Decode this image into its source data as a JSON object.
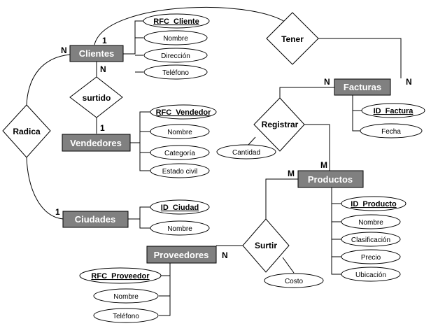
{
  "diagram": {
    "entities": {
      "clientes": "Clientes",
      "vendedores": "Vendedores",
      "ciudades": "Ciudades",
      "facturas": "Facturas",
      "productos": "Productos",
      "proveedores": "Proveedores"
    },
    "relationships": {
      "tener": "Tener",
      "surtido": "surtido",
      "radica": "Radica",
      "registrar": "Registrar",
      "surtir": "Surtir"
    },
    "attributes": {
      "rfc_cliente": "RFC_Cliente",
      "cli_nombre": "Nombre",
      "cli_direccion": "Dirección",
      "cli_telefono": "Teléfono",
      "rfc_vendedor": "RFC_Vendedor",
      "ven_nombre": "Nombre",
      "ven_categoria": "Categoría",
      "ven_estado_civil": "Estado civil",
      "id_ciudad": "ID_Ciudad",
      "ciu_nombre": "Nombre",
      "id_factura": "ID_Factura",
      "fac_fecha": "Fecha",
      "cantidad": "Cantidad",
      "id_producto": "ID_Producto",
      "pro_nombre": "Nombre",
      "pro_clasificacion": "Clasificación",
      "pro_precio": "Precio",
      "pro_ubicacion": "Ubicación",
      "rfc_proveedor": "RFC_Proveedor",
      "prv_nombre": "Nombre",
      "prv_telefono": "Teléfono",
      "costo": "Costo"
    },
    "cardinalities": {
      "clientes_tener": "1",
      "clientes_radica": "N",
      "clientes_surtido": "N",
      "vendedores_surtido": "1",
      "ciudades_radica": "1",
      "facturas_tener": "N",
      "facturas_registrar": "N",
      "productos_registrar": "M",
      "productos_surtir": "M",
      "proveedores_surtir": "N"
    }
  }
}
